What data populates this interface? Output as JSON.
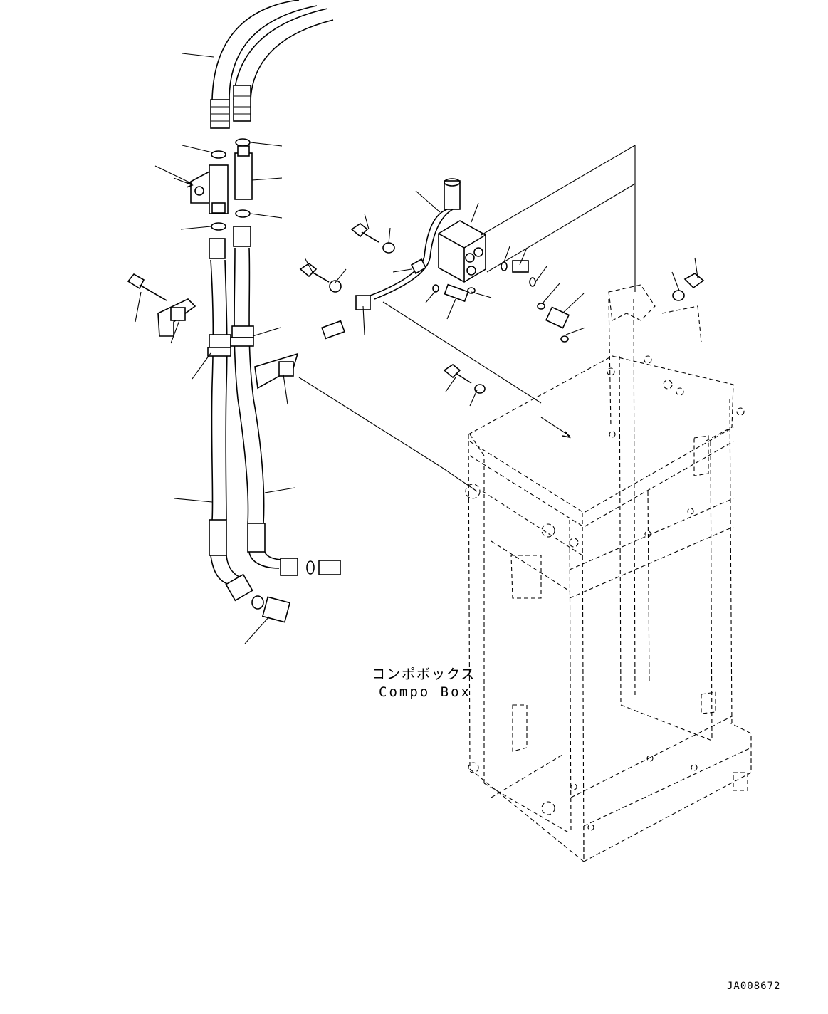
{
  "labels": {
    "compo_box_jp": "コンポボックス",
    "compo_box_en": "Compo Box",
    "drawing_code": "JA008672"
  }
}
